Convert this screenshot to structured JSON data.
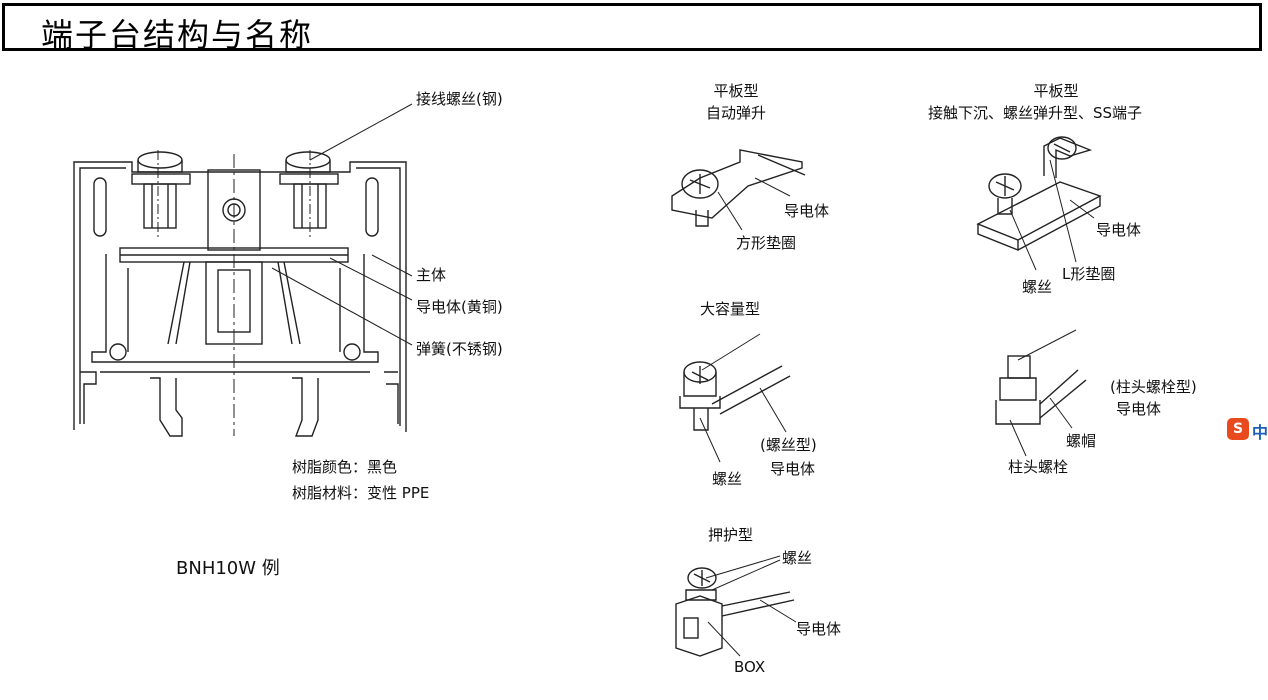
{
  "title": "端子台结构与名称",
  "main_diagram": {
    "labels": {
      "screw": "接线螺丝(钢)",
      "body": "主体",
      "conductor": "导电体(黄铜)",
      "spring": "弹簧(不锈钢)",
      "resin_color": "树脂颜色：黑色",
      "resin_material": "树脂材料：变性 PPE",
      "model": "BNH10W 例"
    }
  },
  "variants": {
    "flat_auto": {
      "title_line1": "平板型",
      "title_line2": "自动弹升",
      "conductor": "导电体",
      "washer": "方形垫圈"
    },
    "flat_contact": {
      "title_line1": "平板型",
      "title_line2": "接触下沉、螺丝弹升型、SS端子",
      "conductor": "导电体",
      "screw": "螺丝",
      "washer": "L形垫圈"
    },
    "large_capacity": {
      "title": "大容量型",
      "type_note": "(螺丝型)",
      "conductor": "导电体",
      "screw": "螺丝"
    },
    "stud": {
      "type_note": "(柱头螺栓型)",
      "conductor": "导电体",
      "nut": "螺帽",
      "stud_bolt": "柱头螺栓"
    },
    "pressure": {
      "title": "押护型",
      "screw": "螺丝",
      "conductor": "导电体",
      "box": "BOX"
    }
  },
  "sidebar": {
    "badge": "S",
    "char": "中"
  }
}
